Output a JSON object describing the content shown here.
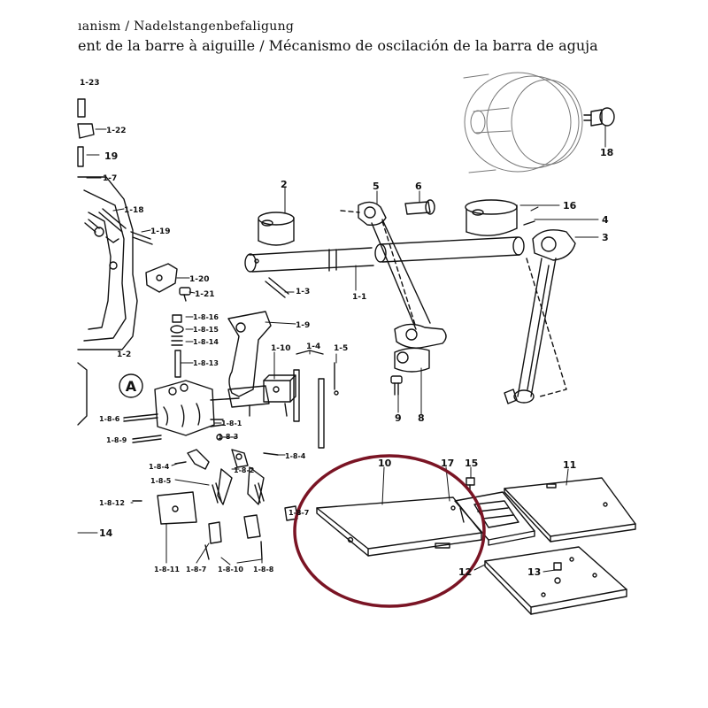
{
  "header": {
    "line1": "ıanism / Nadelstangenbefaligung",
    "line2": "ent de la barre à aiguille / Mécanismo de oscilación de la barra de aguja"
  },
  "callout_letter": "A",
  "labels": {
    "p_1_23": "1-23",
    "p_1_22": "1-22",
    "p_19": "19",
    "p_1_7": "1-7",
    "p_1_18": "1-18",
    "p_1_19": "1-19",
    "p_1_20": "1-20",
    "p_1_21": "1-21",
    "p_1_2": "1-2",
    "p_2": "2",
    "p_5": "5",
    "p_6": "6",
    "p_16": "16",
    "p_4": "4",
    "p_3": "3",
    "p_18": "18",
    "p_1_3": "1-3",
    "p_1_1": "1-1",
    "p_1_9": "1-9",
    "p_1_8_16": "1-8-16",
    "p_1_8_15": "1-8-15",
    "p_1_8_14": "1-8-14",
    "p_1_8_13": "1-8-13",
    "p_1_10": "1-10",
    "p_1_4": "1-4",
    "p_1_5": "1-5",
    "p_9": "9",
    "p_8": "8",
    "p_1_8_6": "1-8-6",
    "p_1_8_1": "1-8-1",
    "p_1_8_9": "1-8-9",
    "p_1_8_3": "1-8-3",
    "p_1_8_4a": "1-8-4",
    "p_1_8_4b": "1-8-4",
    "p_1_8_2": "1-8-2",
    "p_1_8_5": "1-8-5",
    "p_1_8_12": "1-8-12",
    "p_1_8_7b": "1-8-7",
    "p_14": "14",
    "p_1_8_11": "1-8-11",
    "p_1_8_7": "1-8-7",
    "p_1_8_10": "1-8-10",
    "p_1_8_8": "1-8-8",
    "p_10": "10",
    "p_17": "17",
    "p_15": "15",
    "p_11": "11",
    "p_12": "12",
    "p_13": "13"
  },
  "colors": {
    "ink": "#111111",
    "highlight_ellipse": "#7a1424",
    "background": "#ffffff"
  }
}
